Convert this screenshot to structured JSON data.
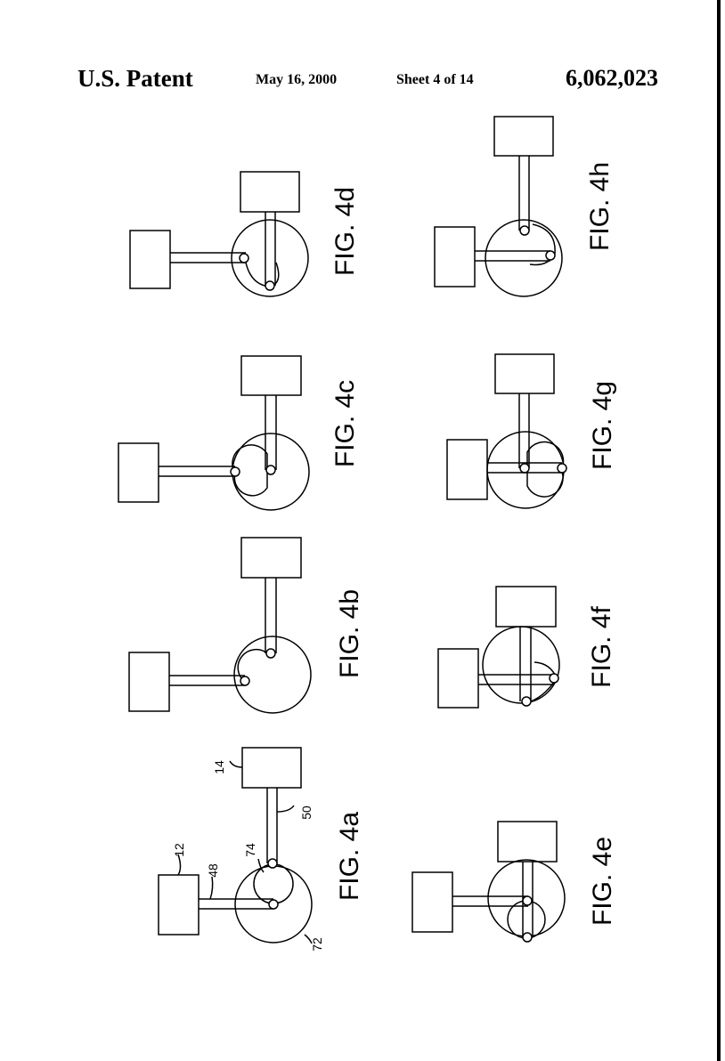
{
  "header": {
    "patent_label": "U.S. Patent",
    "date": "May 16, 2000",
    "sheet": "Sheet 4 of 14",
    "patent_number": "6,062,023"
  },
  "figures": {
    "fig_4a": "FIG. 4a",
    "fig_4b": "FIG. 4b",
    "fig_4c": "FIG. 4c",
    "fig_4d": "FIG. 4d",
    "fig_4e": "FIG. 4e",
    "fig_4f": "FIG. 4f",
    "fig_4g": "FIG. 4g",
    "fig_4h": "FIG. 4h"
  },
  "reference_numerals": {
    "r12": "12",
    "r14": "14",
    "r48": "48",
    "r50": "50",
    "r72": "72",
    "r74": "74"
  }
}
